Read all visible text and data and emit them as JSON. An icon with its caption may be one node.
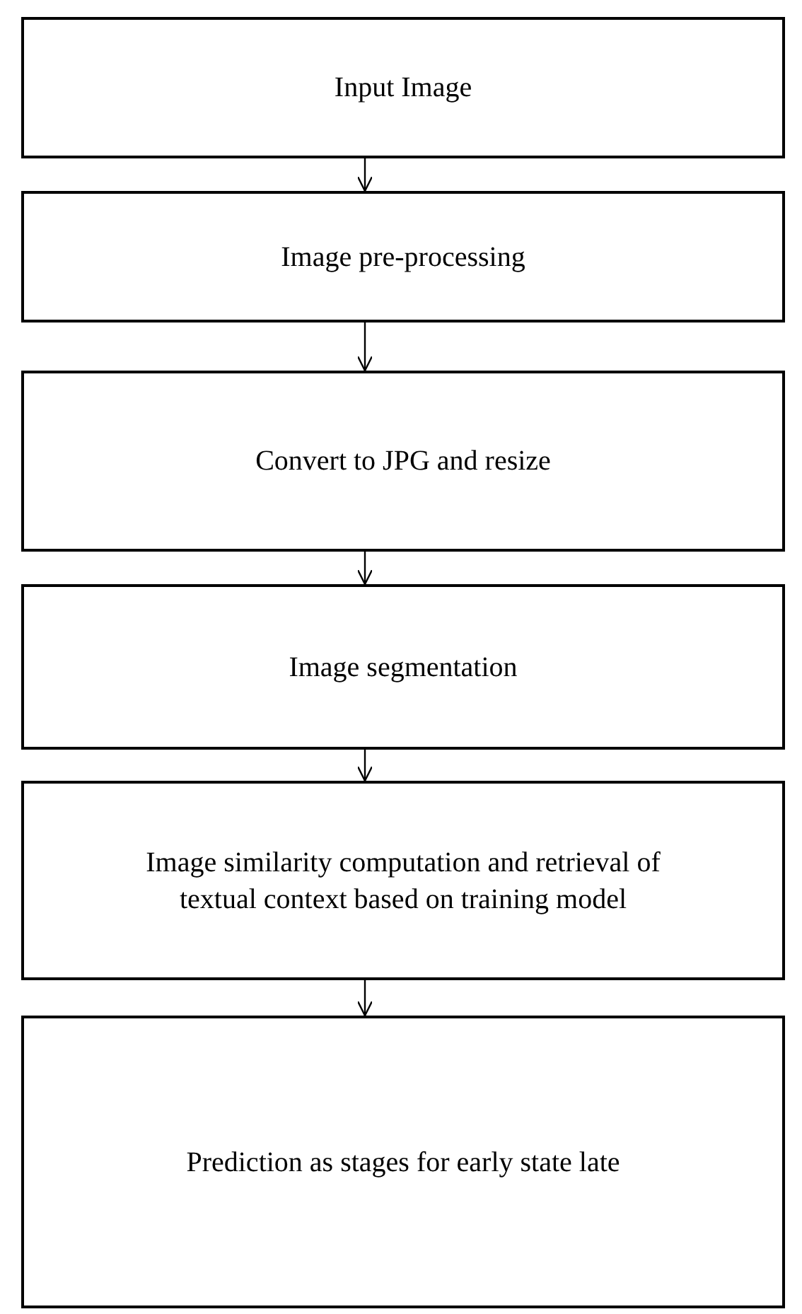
{
  "diagram": {
    "nodes": [
      {
        "text": [
          "Input Image"
        ]
      },
      {
        "text": [
          "Image pre-processing"
        ]
      },
      {
        "text": [
          "Convert to JPG and resize"
        ]
      },
      {
        "text": [
          "Image segmentation"
        ]
      },
      {
        "text": [
          "Image similarity computation and retrieval of textual context based on training model"
        ]
      },
      {
        "text": [
          "Prediction as stages for early state late"
        ]
      }
    ],
    "edges": [
      {
        "from": 0,
        "to": 1,
        "arrow": "to"
      },
      {
        "from": 1,
        "to": 2,
        "arrow": "to"
      },
      {
        "from": 2,
        "to": 3,
        "arrow": "to"
      },
      {
        "from": 3,
        "to": 4,
        "arrow": "to"
      },
      {
        "from": 4,
        "to": 5,
        "arrow": "to"
      }
    ]
  }
}
